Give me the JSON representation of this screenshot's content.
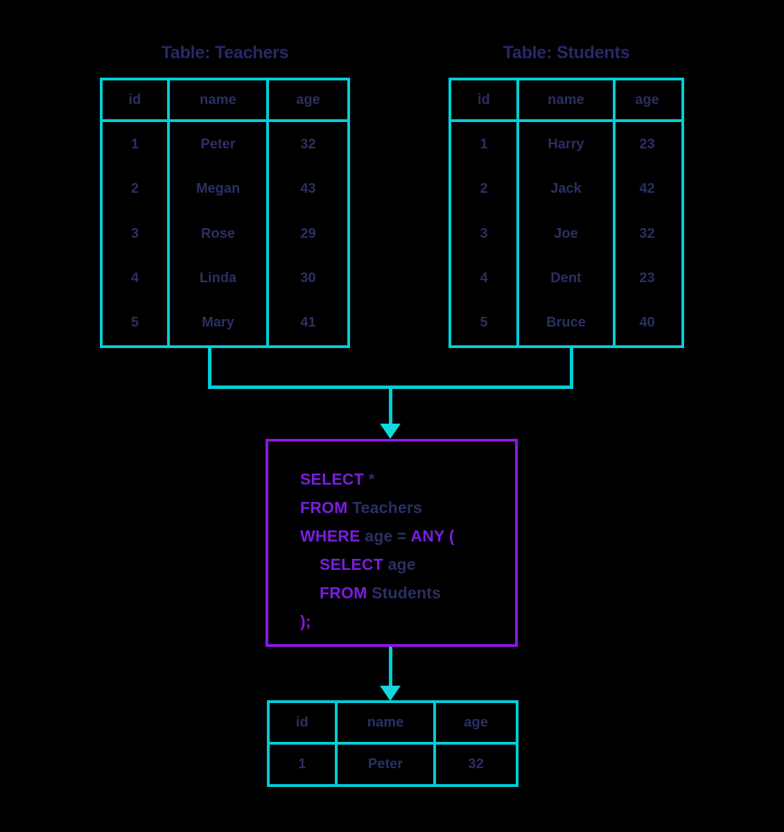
{
  "diagram": {
    "type": "sql-subquery-flow",
    "colors": {
      "border_cyan": "#00cfd8",
      "query_border_purple": "#8b16e8",
      "keyword_purple": "#7a1ee0",
      "text_navy": "#2b2f63",
      "background": "#000000"
    }
  },
  "tables": {
    "teachers": {
      "title": "Table: Teachers",
      "columns": [
        "id",
        "name",
        "age"
      ],
      "rows": [
        [
          "1",
          "Peter",
          "32"
        ],
        [
          "2",
          "Megan",
          "43"
        ],
        [
          "3",
          "Rose",
          "29"
        ],
        [
          "4",
          "Linda",
          "30"
        ],
        [
          "5",
          "Mary",
          "41"
        ]
      ]
    },
    "students": {
      "title": "Table: Students",
      "columns": [
        "id",
        "name",
        "age"
      ],
      "rows": [
        [
          "1",
          "Harry",
          "23"
        ],
        [
          "2",
          "Jack",
          "42"
        ],
        [
          "3",
          "Joe",
          "32"
        ],
        [
          "4",
          "Dent",
          "23"
        ],
        [
          "5",
          "Bruce",
          "40"
        ]
      ]
    },
    "result": {
      "columns": [
        "id",
        "name",
        "age"
      ],
      "rows": [
        [
          "1",
          "Peter",
          "32"
        ]
      ]
    }
  },
  "query": {
    "lines": [
      {
        "keyword": "SELECT",
        "rest": " *",
        "indent": false
      },
      {
        "keyword": "FROM",
        "rest": " Teachers",
        "indent": false
      },
      {
        "keyword": "WHERE",
        "rest": " age = ",
        "keyword2": "ANY (",
        "indent": false
      },
      {
        "keyword": "SELECT",
        "rest": " age",
        "indent": true
      },
      {
        "keyword": "FROM",
        "rest": " Students",
        "indent": true
      },
      {
        "keyword": ");",
        "rest": "",
        "indent": false
      }
    ],
    "full_text": "SELECT *\nFROM Teachers\nWHERE age = ANY (\n   SELECT age\n   FROM Students\n);"
  }
}
